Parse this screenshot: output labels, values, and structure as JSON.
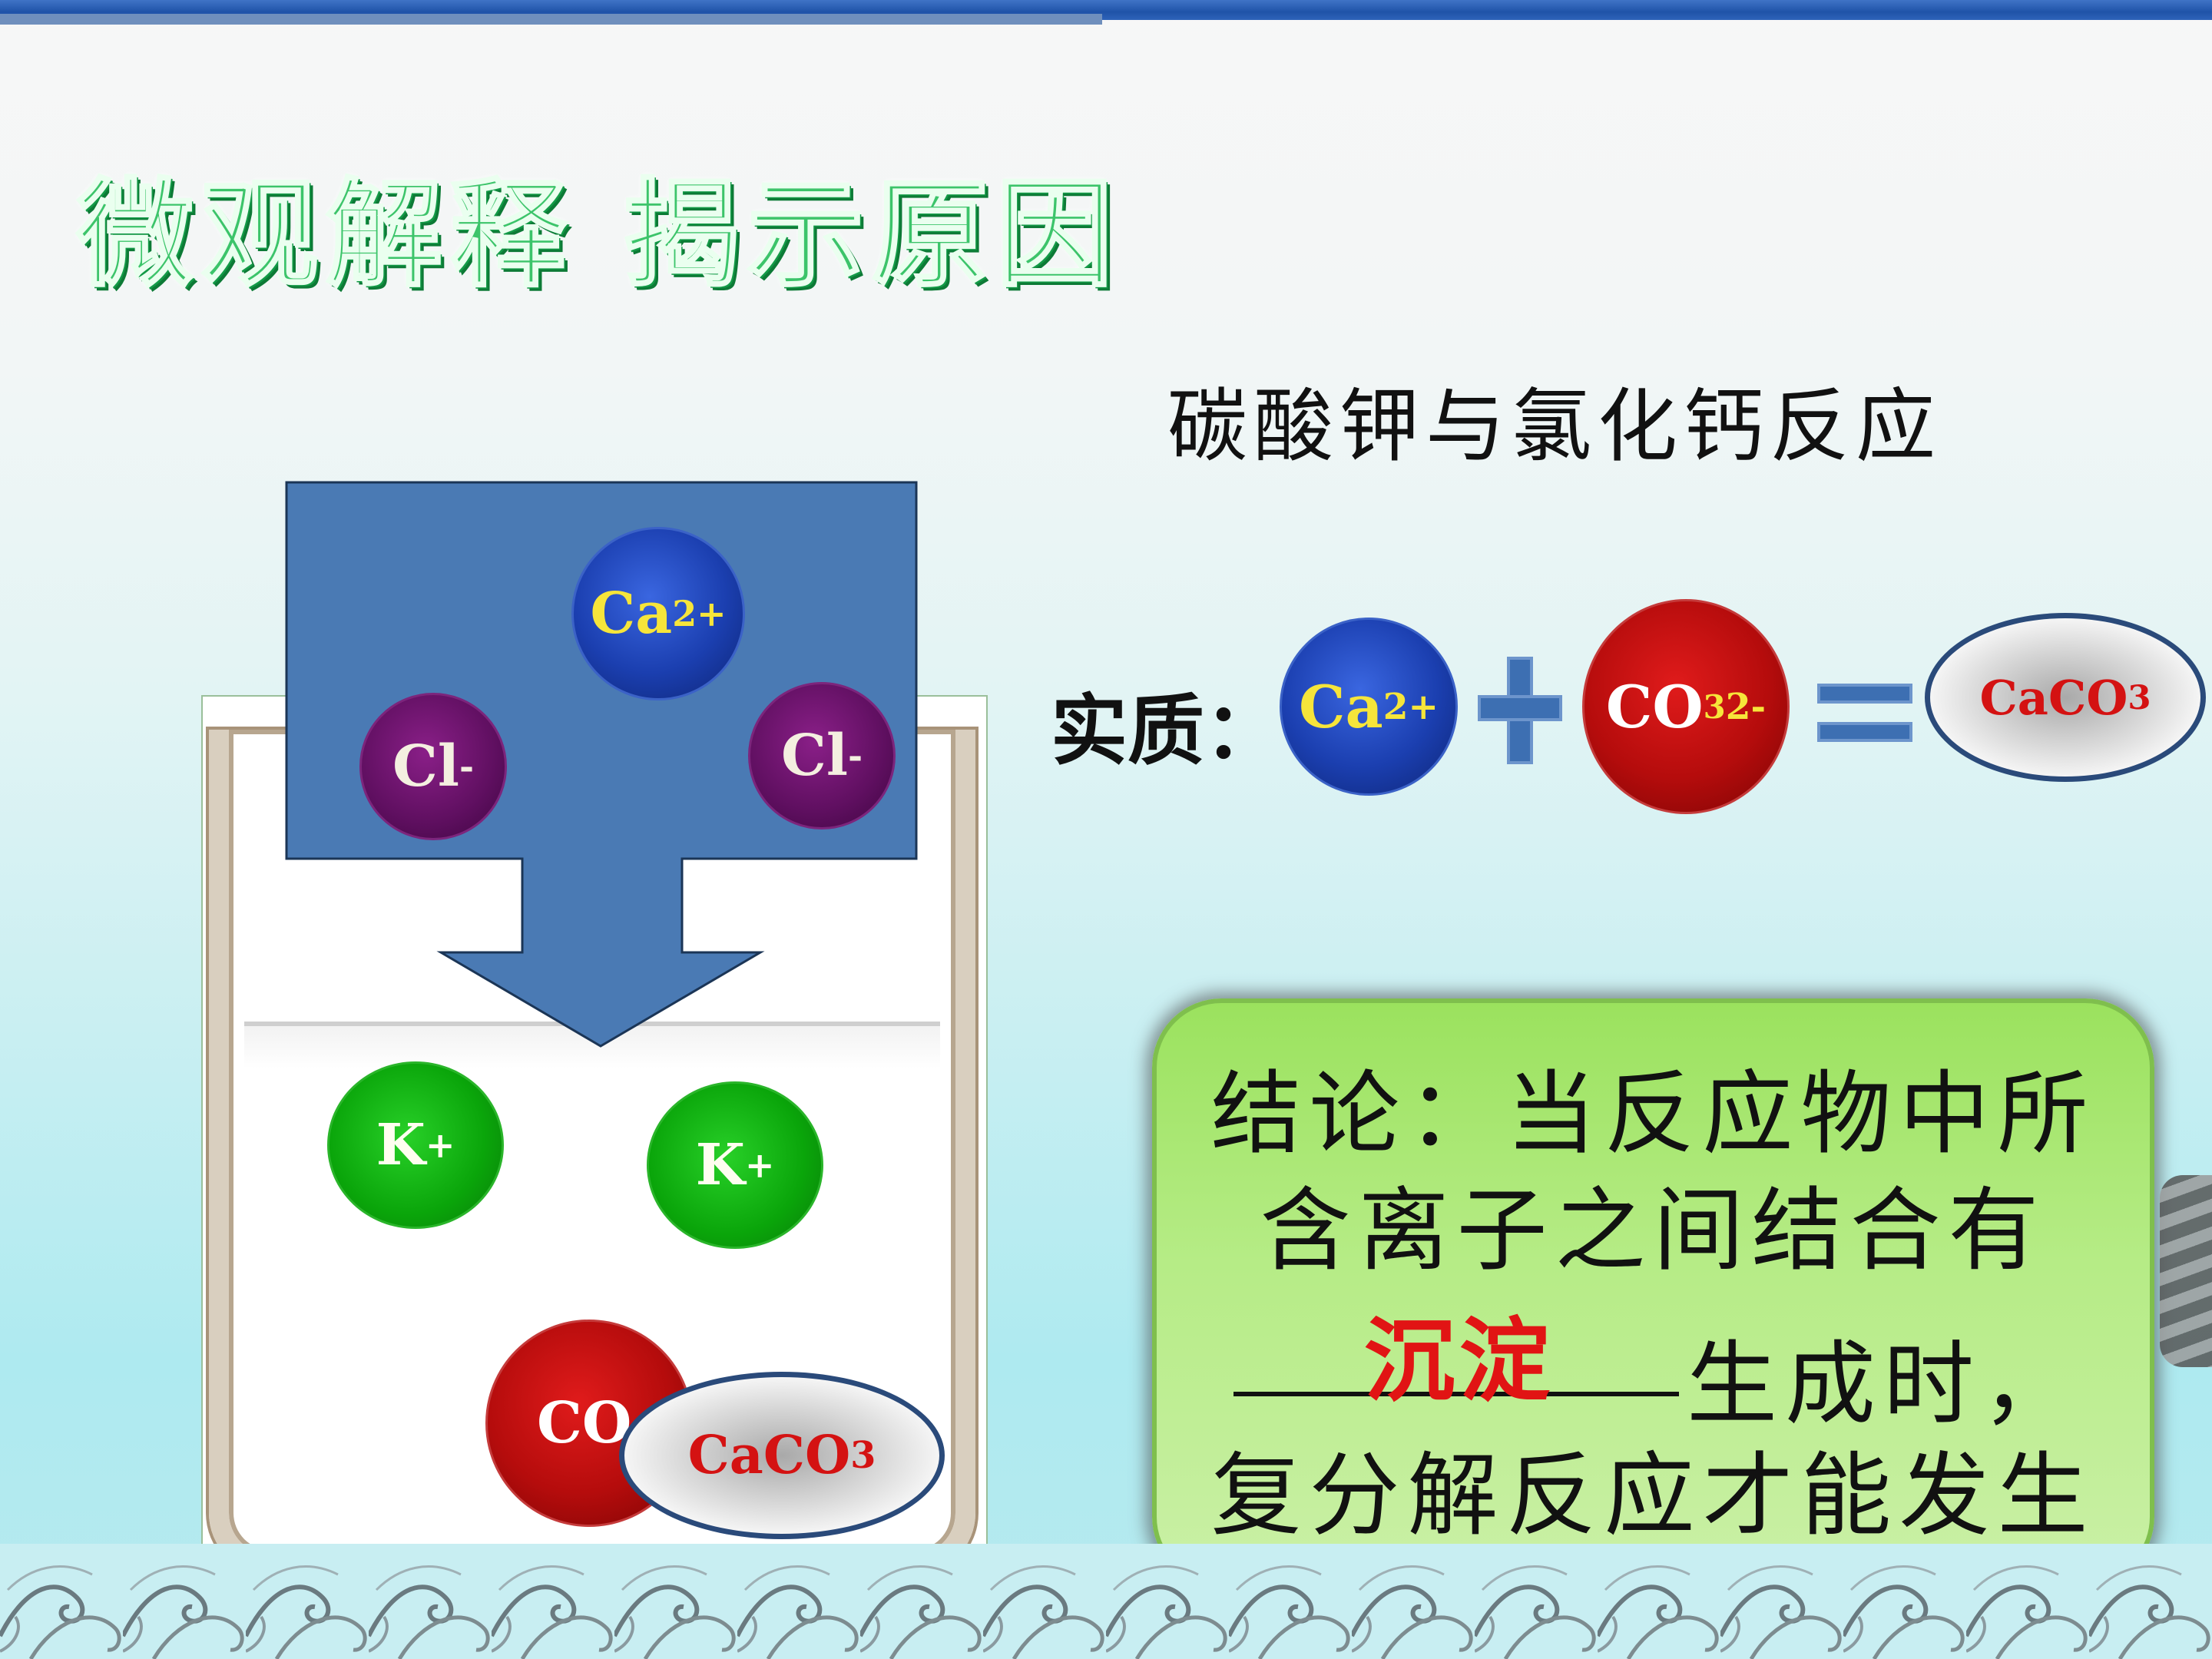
{
  "title": "微观解释  揭示原因",
  "subtitle": "碳酸钾与氯化钙反应",
  "ions": {
    "ca": {
      "symbol": "Ca",
      "charge": "2+"
    },
    "cl": {
      "symbol": "Cl",
      "charge": "-"
    },
    "k": {
      "symbol": "K",
      "charge": "+"
    },
    "co3": {
      "symbol": "CO",
      "sub": "3",
      "charge": "2-"
    },
    "co_partial": "CO"
  },
  "precipitate": {
    "prefix": "CaCO",
    "sub": "3"
  },
  "essence_label": "实质：",
  "conclusion": {
    "line1": "结论：当反应物中所",
    "line2": "含离子之间结合有",
    "answer": "沉淀",
    "line3_tail": "生成时，",
    "line4": "复分解反应才能发生"
  },
  "colors": {
    "title_green": "#3cc46a",
    "arrow_blue": "#4a7ab4",
    "answer_red": "#e11414",
    "box_green": "#b6ec86"
  }
}
